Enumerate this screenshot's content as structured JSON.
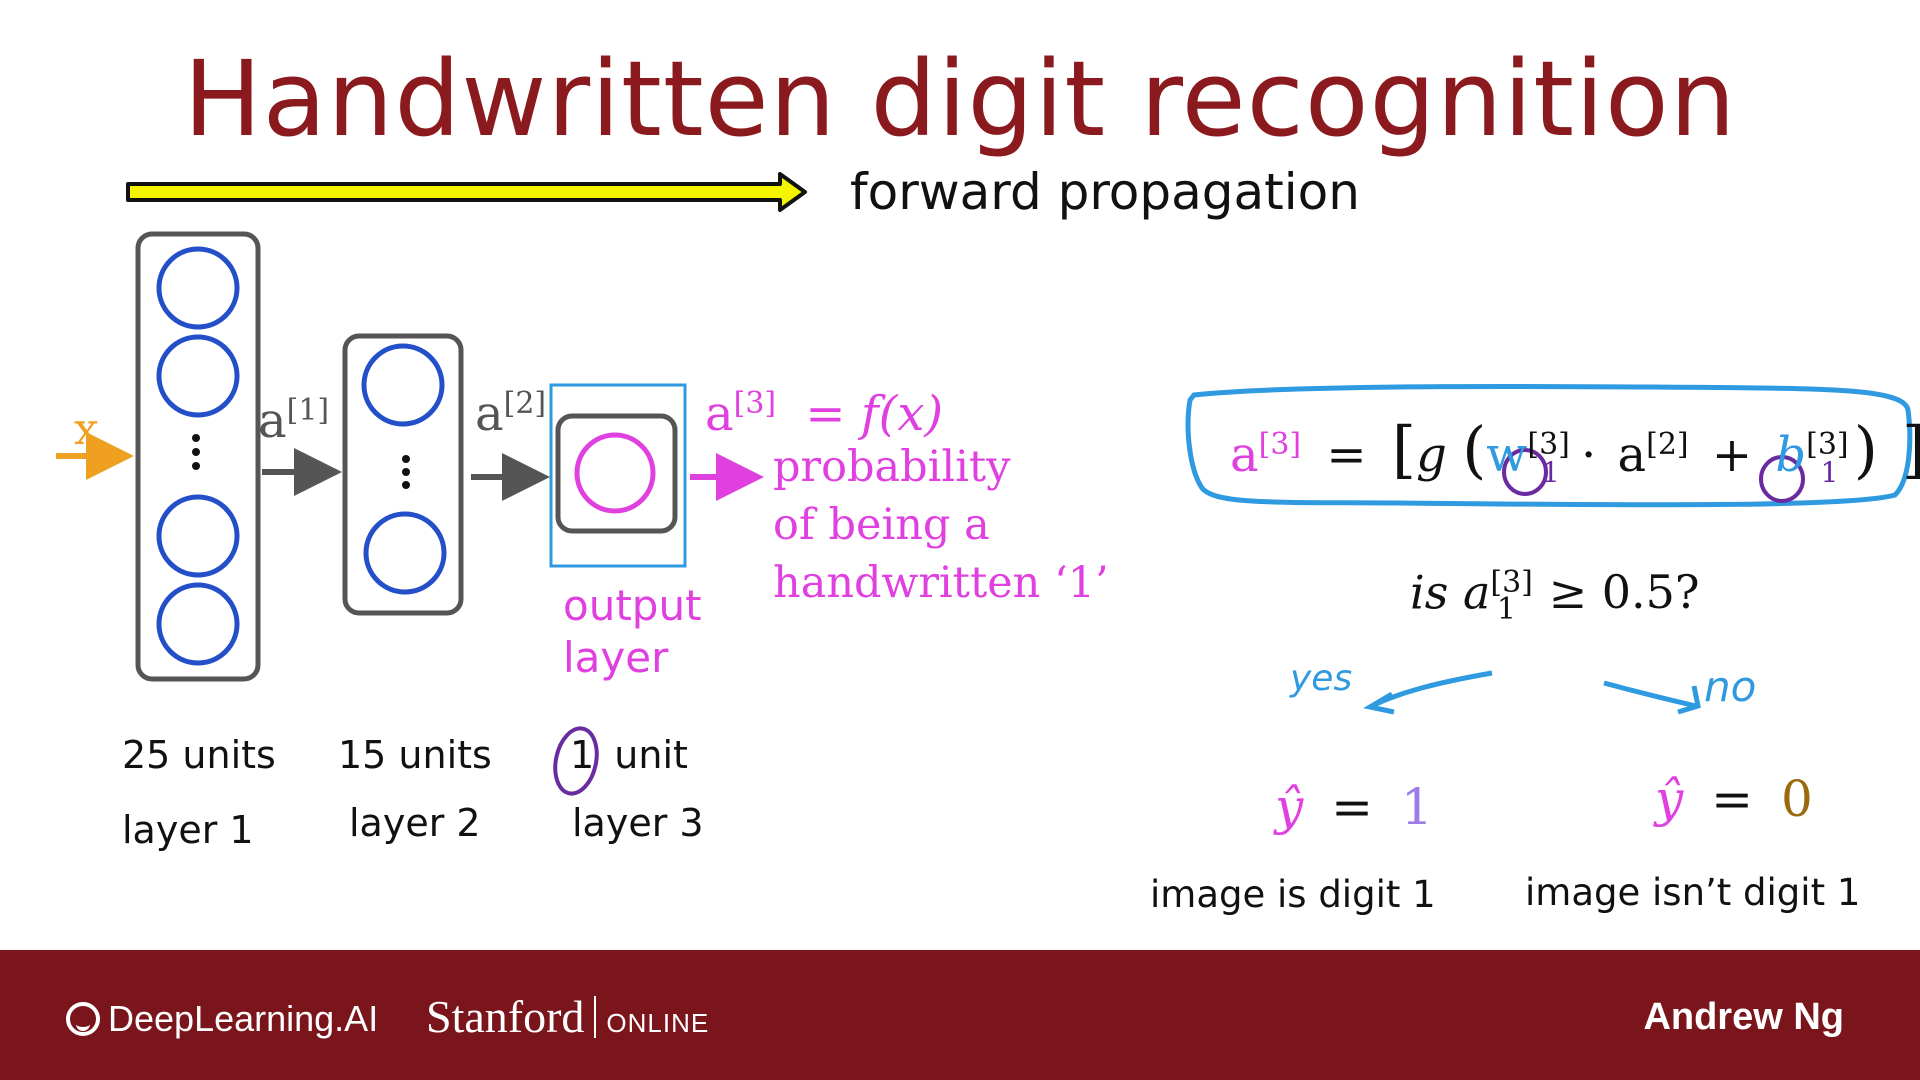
{
  "slide": {
    "title": "Handwritten digit recognition",
    "forward_label": "forward propagation"
  },
  "network": {
    "input": "x",
    "layers": [
      {
        "units": "25 units",
        "name": "layer 1"
      },
      {
        "units": "15 units",
        "name": "layer 2"
      },
      {
        "units_number": "1",
        "units_word": "unit",
        "name": "layer 3"
      }
    ],
    "activations": {
      "a1": "a",
      "a1_sup": "[1]",
      "a2": "a",
      "a2_sup": "[2]",
      "a3": "a",
      "a3_sup": "[3]"
    },
    "fx": "= f(x)",
    "probability": [
      "probability",
      "of being a",
      "handwritten ‘1’"
    ],
    "output_layer": [
      "output",
      "layer"
    ]
  },
  "formula": {
    "lhs": "a",
    "lhs_sup": "[3]",
    "eq": "=",
    "g": "g",
    "w": "w",
    "w_sup": "[3]",
    "w_sub": "1",
    "dot": "·",
    "a2": "a",
    "a2_sup": "[2]",
    "plus": "+",
    "b": "b",
    "b_sup": "[3]",
    "b_sub": "1"
  },
  "question": {
    "is": "is",
    "a": "a",
    "sup": "[3]",
    "sub": "1",
    "rest": "≥ 0.5?"
  },
  "branches": {
    "yes": "yes",
    "no": "no",
    "yhat_1": "ŷ",
    "eq1": "=",
    "val1": "1",
    "caption1": "image is digit 1",
    "yhat_0": "ŷ",
    "eq0": "=",
    "val0": "0",
    "caption0": "image isn’t digit 1"
  },
  "footer": {
    "brand": "DeepLearning.AI",
    "university": "Stanford",
    "university_sub": "ONLINE",
    "author": "Andrew Ng"
  },
  "colors": {
    "title": "#8b1a1f",
    "footer": "#7a151b",
    "neuron": "#2350c8",
    "magenta": "#e040e0",
    "annotation_blue": "#2f9ae0",
    "annotation_purple": "#6a2aa0",
    "arrow_yellow": "#f5f500",
    "input_orange": "#f0a020",
    "output_zero": "#9a6a10",
    "output_one": "#9b7de8"
  }
}
